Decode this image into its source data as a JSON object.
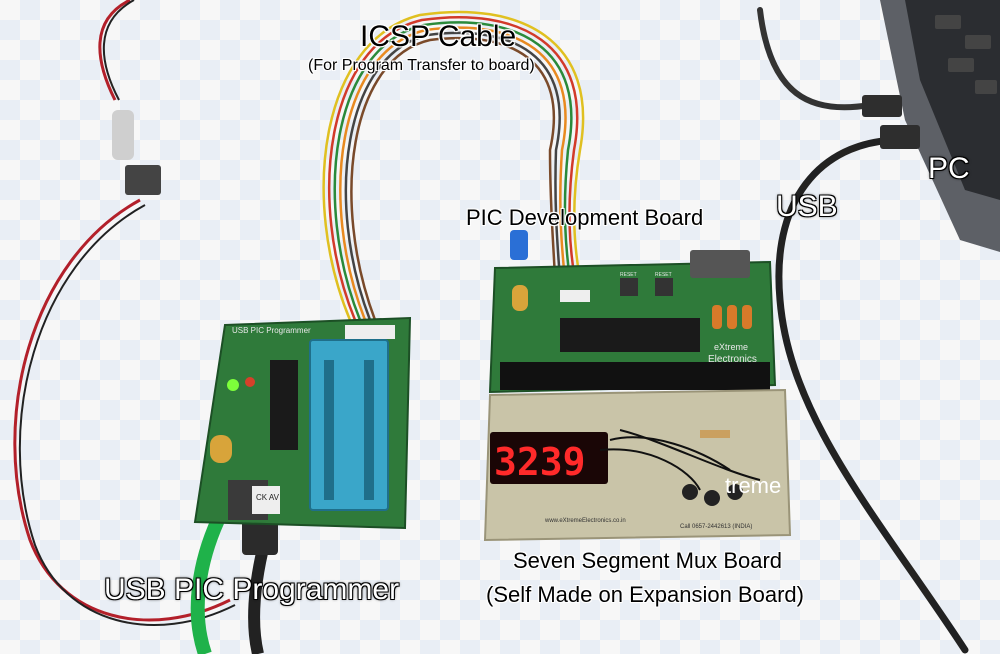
{
  "labels": {
    "icsp_cable": "ICSP Cable",
    "icsp_sub": "(For Program Transfer to board)",
    "pc": "PC",
    "usb": "USB",
    "dev_board": "PIC Development Board",
    "mux_board": "Seven Segment Mux Board",
    "mux_sub": "(Self Made on Expansion Board)",
    "usb_programmer": "USB PIC Programmer"
  },
  "silkscreen": {
    "programmer_title": "USB PIC Programmer",
    "brand_line1": "eXtreme",
    "brand_line2": "Electronics",
    "brand_partial": "treme",
    "url": "www.eXtremeElectronics.co.in",
    "phone": "Call 0657-2442613 (INDIA)",
    "button1": "RESET",
    "button2": "RESET",
    "tape_note": "CK AV"
  },
  "display": {
    "digits": "3239"
  },
  "colors": {
    "pcb_green": "#2f7a3a",
    "expansion_board": "#c9c4a8",
    "zif_socket": "#3aa6c9",
    "segment_red": "#ff2a2a",
    "led_green": "#7dff3a",
    "usb_cable": "#222222",
    "green_cable": "#1fb24a"
  }
}
